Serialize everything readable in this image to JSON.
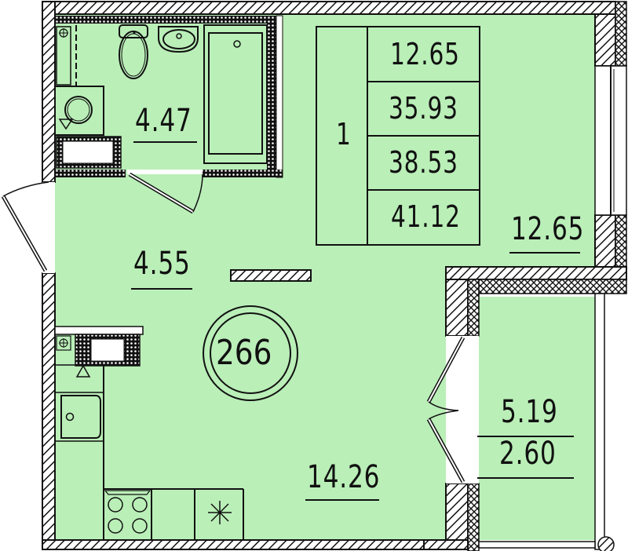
{
  "plan": {
    "apartment_number": "266",
    "colors": {
      "room_fill": "#baefb8",
      "wall_line": "#111111",
      "background": "#ffffff"
    }
  },
  "summary_table": {
    "rooms_count": "1",
    "values": [
      "12.65",
      "35.93",
      "38.53",
      "41.12"
    ]
  },
  "rooms": {
    "bathroom": {
      "area": "4.47"
    },
    "hallway": {
      "area": "4.55"
    },
    "living_room": {
      "area": "12.65"
    },
    "kitchen_living": {
      "area": "14.26"
    },
    "loggia": {
      "area": "5.19",
      "reduced_area": "2.60"
    }
  },
  "icons": [
    "toilet-icon",
    "sink-icon",
    "bathtub-icon",
    "washing-machine-icon",
    "boiler-icon",
    "stove-icon",
    "kitchen-sink-icon",
    "radiator-icon",
    "door-icon",
    "window-icon"
  ]
}
